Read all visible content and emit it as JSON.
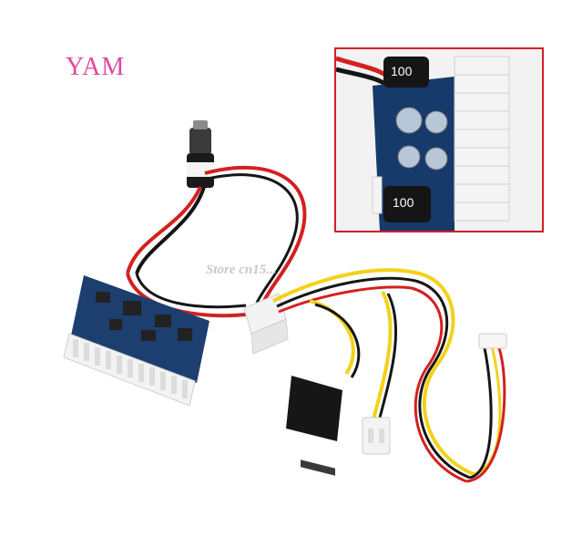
{
  "brand_text": "YAM",
  "inset": {
    "chip_top_label": "100",
    "chip_bottom_label": "100"
  },
  "watermarks": {
    "store_text": "Store cn15..."
  },
  "colors": {
    "brand": "#e0489a",
    "inset_border": "#d0202a",
    "pcb": "#1c3f70",
    "wire_red": "#d42020",
    "wire_yellow": "#f2d21a",
    "wire_black": "#151515",
    "connector_white": "#f3f3f3"
  }
}
